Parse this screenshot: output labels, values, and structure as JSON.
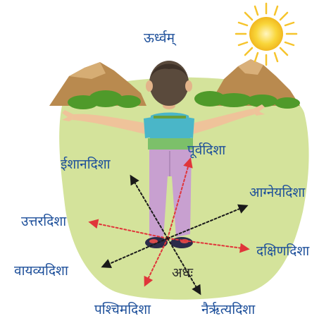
{
  "labels": {
    "up": "ऊर्ध्वम्",
    "east": "पूर्वदिशा",
    "north_east": "ईशानदिशा",
    "south_east": "आग्नेयदिशा",
    "north": "उत्तरदिशा",
    "south": "दक्षिणदिशा",
    "north_west": "वायव्यदिशा",
    "down": "अधः",
    "west": "पश्चिमदिशा",
    "south_west": "नैर्ऋत्यदिशा"
  },
  "colors": {
    "label_text": "#1d4f9a",
    "down_text": "#2a2a2a",
    "arrow_red": "#e0353a",
    "arrow_black": "#1a1a1a",
    "ground_green": "#d4e39b",
    "sun": "#f9d63a"
  },
  "icons": {
    "sun": "sun-icon",
    "person": "person-figure"
  }
}
